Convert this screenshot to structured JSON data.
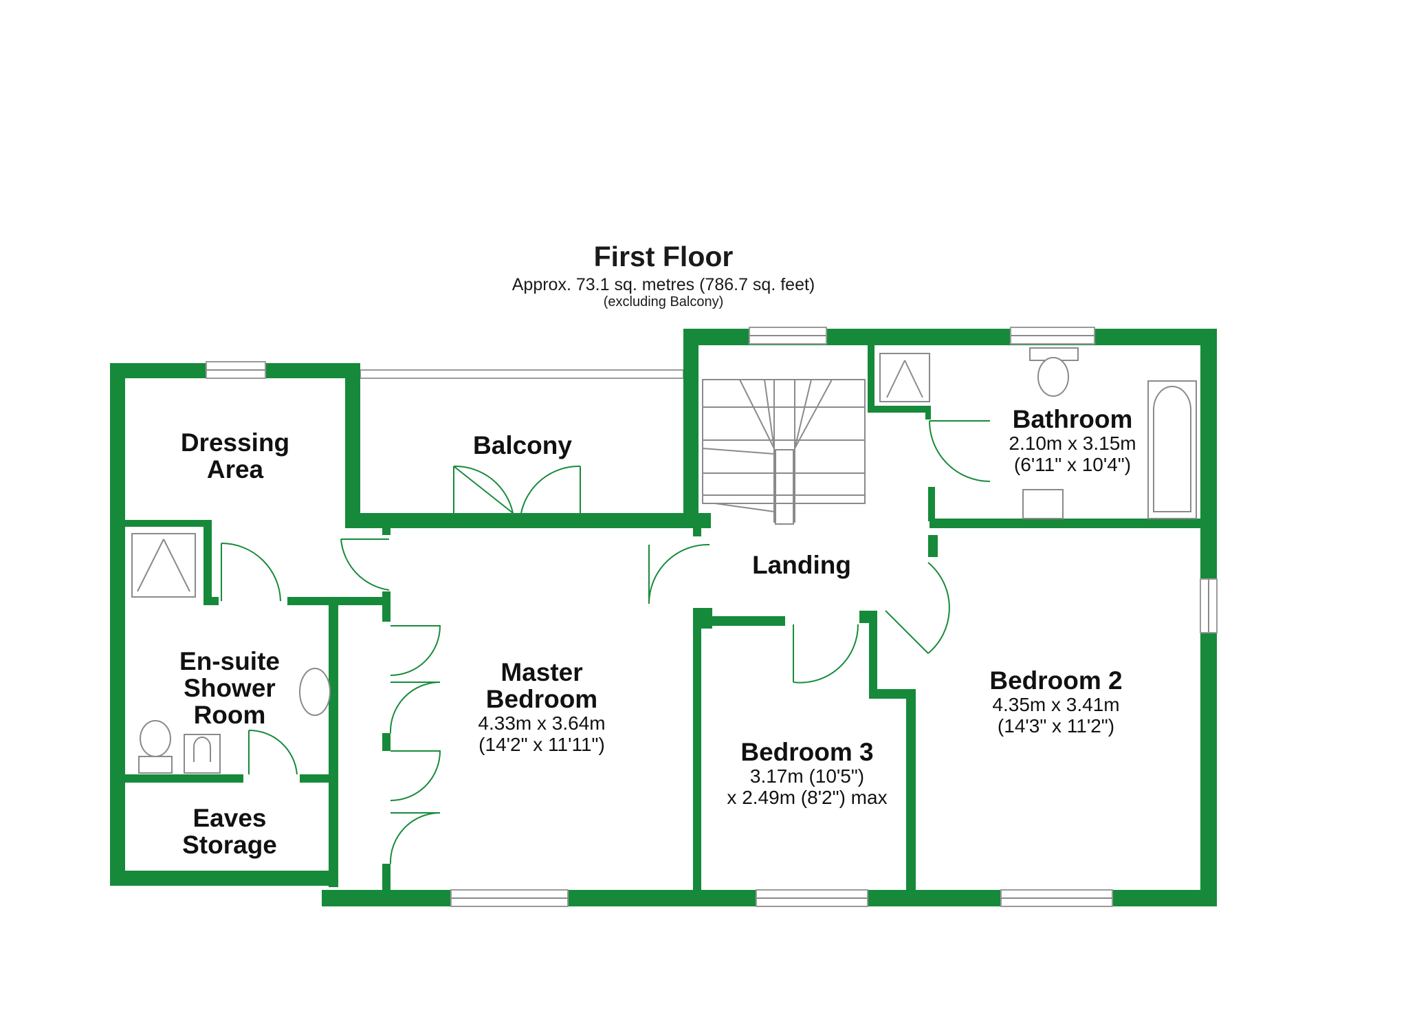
{
  "floor": {
    "title": "First Floor",
    "area": "Approx. 73.1 sq. metres (786.7 sq. feet)",
    "note": "(excluding Balcony)"
  },
  "rooms": {
    "dressing": {
      "name": "Dressing\nArea"
    },
    "balcony": {
      "name": "Balcony"
    },
    "bathroom": {
      "name": "Bathroom",
      "dims": "2.10m x 3.15m\n(6'11\" x 10'4\")"
    },
    "landing": {
      "name": "Landing"
    },
    "ensuite": {
      "name": "En-suite\nShower\nRoom"
    },
    "master": {
      "name": "Master\nBedroom",
      "dims": "4.33m x 3.64m\n(14'2\" x 11'11\")"
    },
    "bedroom3": {
      "name": "Bedroom 3",
      "dims": "3.17m (10'5\")\nx 2.49m (8'2\") max"
    },
    "bedroom2": {
      "name": "Bedroom 2",
      "dims": "4.35m x 3.41m\n(14'3\" x 11'2\")"
    },
    "eaves": {
      "name": "Eaves\nStorage"
    }
  },
  "colors": {
    "wall": "#168a3a",
    "fixture": "#8a8a8a",
    "text": "#111111"
  }
}
